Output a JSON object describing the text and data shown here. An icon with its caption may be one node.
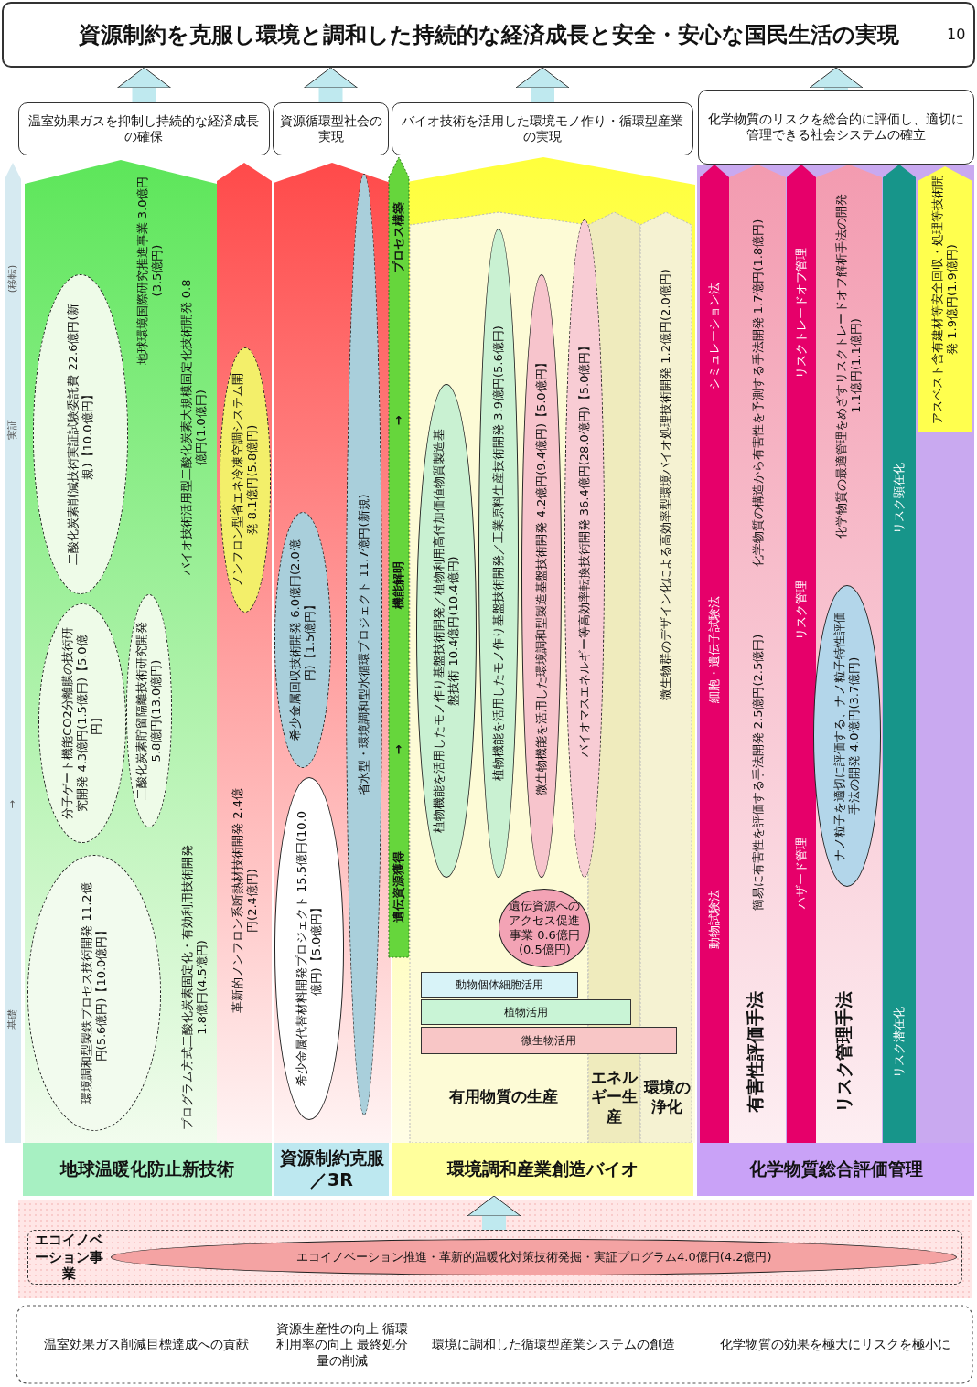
{
  "diagram": {
    "nodes": [
      {
        "text": [
          "資源制約を克服し環境と調和した持続的な経済成長と安全・安心な国民生活の実現"
        ]
      },
      {
        "text": [
          "温室効果ガスを抑制し持続的な経済成長の確保"
        ]
      },
      {
        "text": [
          "資源循環型社会の実現"
        ]
      },
      {
        "text": [
          "バイオ技術を活用した環境モノ作り・循環型産業の実現"
        ]
      },
      {
        "text": [
          "化学物質のリスクを総合的に評価し、適切に管理できる社会システムの確立"
        ]
      },
      {
        "text": [
          "二酸化炭素削減技術実証試験委託費 22.6億円(新規)【10.0億円】"
        ]
      },
      {
        "text": [
          "分子ゲート機能CO2分離膜の技術研究開発 4.3億円(1.5億円)【5.0億円】"
        ]
      },
      {
        "text": [
          "二酸化炭素貯留隔離技術研究開発 5.8億円(13.0億円)"
        ]
      },
      {
        "text": [
          "環境調和型製鉄プロセス技術開発 11.2億円(5.6億円)【10.0億円】"
        ]
      },
      {
        "text": [
          "ノンフロン型省エネ冷凍空調システム開発 8.1億円(5.8億円)"
        ]
      },
      {
        "text": [
          "希少金属回収技術開発 6.0億円(2.0億円)【1.5億円】"
        ]
      },
      {
        "text": [
          "希少金属代替材料開発プロジェクト 15.5億円(10.0億円)【5.0億円】"
        ]
      },
      {
        "text": [
          "省水型・環境調和型水循環プロジェクト 11.7億円(新規)"
        ]
      },
      {
        "text": [
          "植物機能を活用したモノ作り基盤技術開発／植物利用高付加価値物質製造基盤技術 10.4億円(10.4億円)"
        ]
      },
      {
        "text": [
          "植物機能を活用したモノ作り基盤技術開発／工業原料生産技術開発 3.9億円(5.6億円)"
        ]
      },
      {
        "text": [
          "微生物機能を活用した環境調和型製造基盤技術開発 4.2億円(9.4億円)【5.0億円】"
        ]
      },
      {
        "text": [
          "バイオマスエネルギー等高効率転換技術開発 36.4億円(28.0億円)【5.0億円】"
        ]
      },
      {
        "text": [
          "遺伝資源へのアクセス促進事業 0.6億円(0.5億円)"
        ]
      },
      {
        "text": [
          "ナノ粒子を適切に評価する、ナノ粒子特性評価手法の開発 4.0億円(3.7億円)"
        ]
      },
      {
        "text": [
          "地球温暖化防止新技術"
        ]
      },
      {
        "text": [
          "資源制約克服／3R"
        ]
      },
      {
        "text": [
          "環境調和産業創造バイオ"
        ]
      },
      {
        "text": [
          "化学物質総合評価管理"
        ]
      },
      {
        "text": [
          "エコイノベーション事業"
        ]
      },
      {
        "text": [
          "エコイノベーション推進・革新的温暖化対策技術発掘・実証プログラム4.0億円(4.2億円)"
        ],
        "in": 23
      },
      {
        "text": [
          "動物個体細胞活用"
        ]
      },
      {
        "text": [
          "植物活用"
        ]
      },
      {
        "text": [
          "微生物活用"
        ]
      }
    ],
    "edges": [
      {
        "from": 1,
        "to": 0,
        "arrow": "to"
      },
      {
        "from": 2,
        "to": 0,
        "arrow": "to"
      },
      {
        "from": 3,
        "to": 0,
        "arrow": "to"
      },
      {
        "from": 4,
        "to": 0,
        "arrow": "to"
      },
      {
        "from": 23,
        "to": 21,
        "arrow": "to"
      }
    ],
    "labels": [
      "10",
      "基礎",
      "→",
      "実証",
      "(移転)",
      "地球環境国際研究推進事業 3.0億円(3.5億円)",
      "バイオ技術活用型二酸化炭素大規模固定化技術開発 0.8億円(1.0億円)",
      "プログラム方式二酸化炭素固定化・有効利用技術開発 1.8億円(4.5億円)",
      "革新的ノンフロン系断熱材技術開発 2.4億円(2.4億円)",
      "遺伝資源獲得",
      "→",
      "機能解明",
      "→",
      "プロセス構築",
      "微生物群のデザイン化による高効率型環境バイオ処理技術開発 1.2億円(2.0億円)",
      "有用物質の生産",
      "エネルギー生産",
      "環境の浄化",
      "動物試験法",
      "細胞・遺伝子試験法",
      "シミュレーション法",
      "簡易に有害性を評価する手法開発 2.5億円(2.5億円)",
      "化学物質の構造から有害性を予測する手法開発 1.7億円(1.8億円)",
      "ハザード管理",
      "リスク管理",
      "リスクトレードオフ管理",
      "化学物質の最適管理をめざすリスクトレードオフ解析手法の開発 1.1億円(1.1億円)",
      "有害性評価手法",
      "リスク管理手法",
      "リスク潜在化",
      "リスク顕在化",
      "アスベスト含有建材等安全回収・処理等技術開発 1.9億円(1.9億円)",
      "温室効果ガス削減目標達成への貢献",
      "資源生産性の向上 循環利用率の向上 最終処分量の削減",
      "環境に調和した循環型産業システムの創造",
      "化学物質の効果を極大にリスクを極小に"
    ]
  }
}
